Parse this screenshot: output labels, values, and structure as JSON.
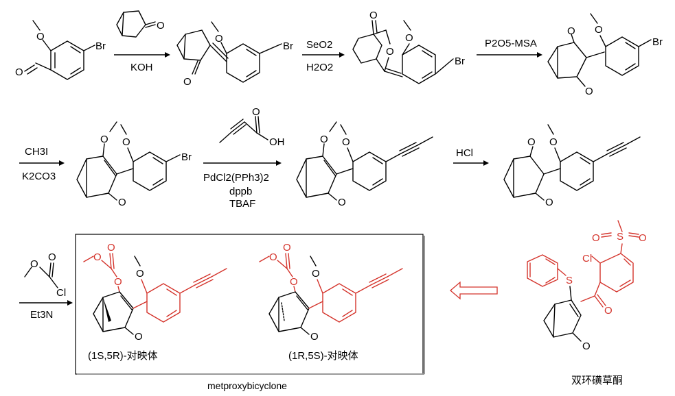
{
  "reagents": {
    "step1": {
      "below": "KOH"
    },
    "step2": {
      "above": "SeO2",
      "below": "H2O2"
    },
    "step3": {
      "above": "P2O5-MSA"
    },
    "step4": {
      "above": "CH3I",
      "below": "K2CO3"
    },
    "step5": {
      "above_acid_OH": "OH",
      "cat1": "PdCl2(PPh3)2",
      "cat2": "dppb",
      "cat3": "TBAF"
    },
    "step6": {
      "above": "HCl"
    },
    "step7": {
      "cl": "Cl",
      "below": "Et3N"
    }
  },
  "atoms": {
    "O": "O",
    "Br": "Br",
    "S": "S",
    "Cl": "Cl"
  },
  "products": {
    "enantiomer1": "(1S,5R)-对映体",
    "enantiomer2": "(1R,5S)-对映体",
    "box_caption": "metproxybicyclone",
    "reference_name": "双环磺草酮"
  },
  "colors": {
    "highlight": "#d4332b",
    "ink": "#000000"
  }
}
